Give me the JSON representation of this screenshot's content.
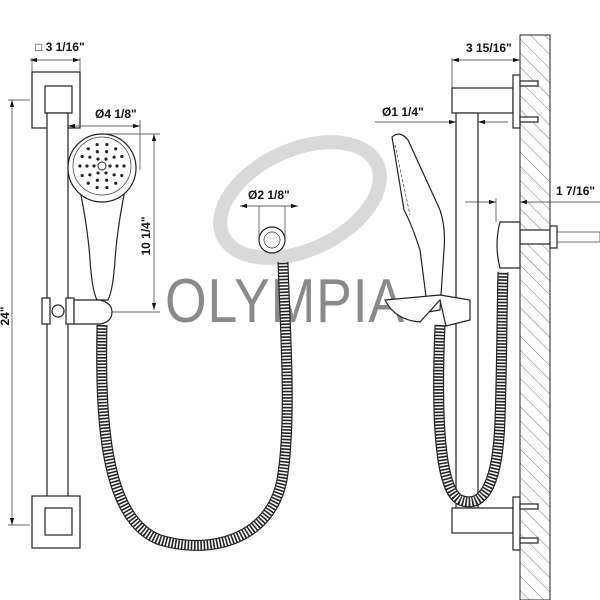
{
  "watermark": "OLYMPIA",
  "dimensions": {
    "bracket_square": "3 1/16\"",
    "bracket_square_symbol": "□",
    "head_diameter": "Ø4 1/8\"",
    "handshower_length": "10 1/4\"",
    "bar_length": "24\"",
    "wall_connector_diameter": "Ø2 1/8\"",
    "bar_diameter": "Ø1 1/4\"",
    "bracket_projection": "3 15/16\"",
    "connector_projection": "1 7/16\""
  },
  "colors": {
    "line": "#222222",
    "watermark": "#8a8a8a"
  }
}
